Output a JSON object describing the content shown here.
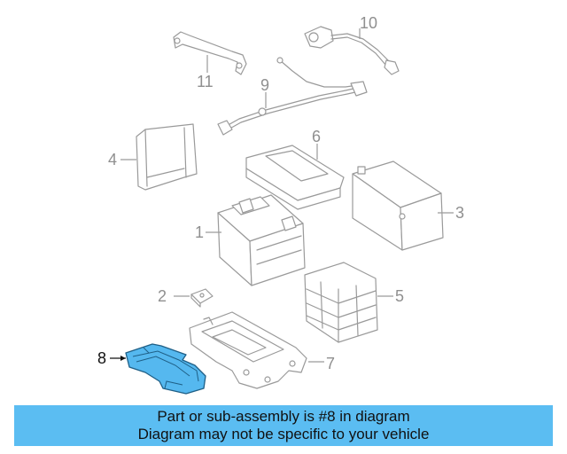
{
  "diagram": {
    "callouts": [
      {
        "id": "1",
        "label": "1"
      },
      {
        "id": "2",
        "label": "2"
      },
      {
        "id": "3",
        "label": "3"
      },
      {
        "id": "4",
        "label": "4"
      },
      {
        "id": "5",
        "label": "5"
      },
      {
        "id": "6",
        "label": "6"
      },
      {
        "id": "7",
        "label": "7"
      },
      {
        "id": "8",
        "label": "8",
        "highlighted": true
      },
      {
        "id": "9",
        "label": "9"
      },
      {
        "id": "10",
        "label": "10"
      },
      {
        "id": "11",
        "label": "11"
      }
    ],
    "colors": {
      "highlight": "#55b8ef",
      "banner": "#5bbdf2",
      "parts": "#9a9a9a"
    }
  },
  "banner": {
    "line1": "Part or sub-assembly is #8 in diagram",
    "line2": "Diagram may not be specific to your vehicle"
  }
}
